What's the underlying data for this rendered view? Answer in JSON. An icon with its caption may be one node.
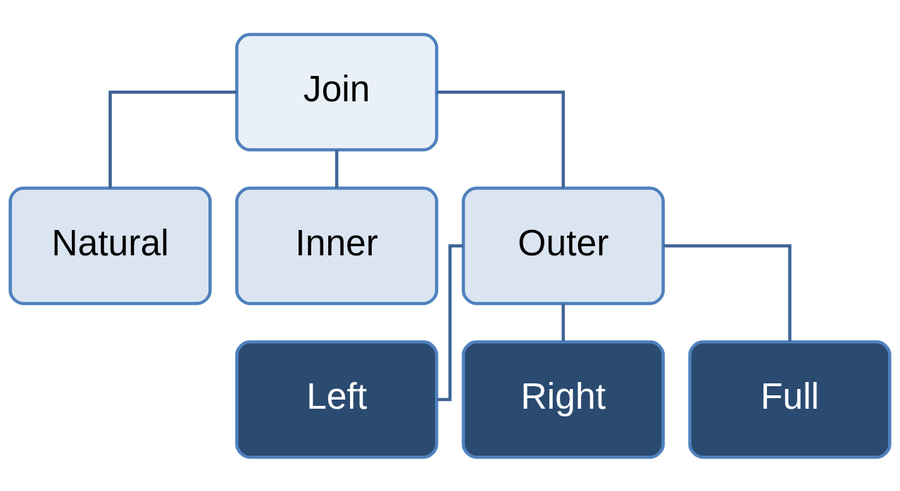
{
  "diagram": {
    "nodes": [
      {
        "text": [
          "Join"
        ]
      },
      {
        "text": [
          "Natural"
        ]
      },
      {
        "text": [
          "Inner"
        ]
      },
      {
        "text": [
          "Outer"
        ]
      },
      {
        "text": [
          "Left"
        ]
      },
      {
        "text": [
          "Right"
        ]
      },
      {
        "text": [
          "Full"
        ]
      }
    ],
    "edges": [
      {
        "from": 0,
        "to": 1,
        "arrow": "none"
      },
      {
        "from": 0,
        "to": 2,
        "arrow": "none"
      },
      {
        "from": 0,
        "to": 3,
        "arrow": "none"
      },
      {
        "from": 3,
        "to": 4,
        "arrow": "none"
      },
      {
        "from": 3,
        "to": 5,
        "arrow": "none"
      },
      {
        "from": 3,
        "to": 6,
        "arrow": "none"
      }
    ]
  }
}
